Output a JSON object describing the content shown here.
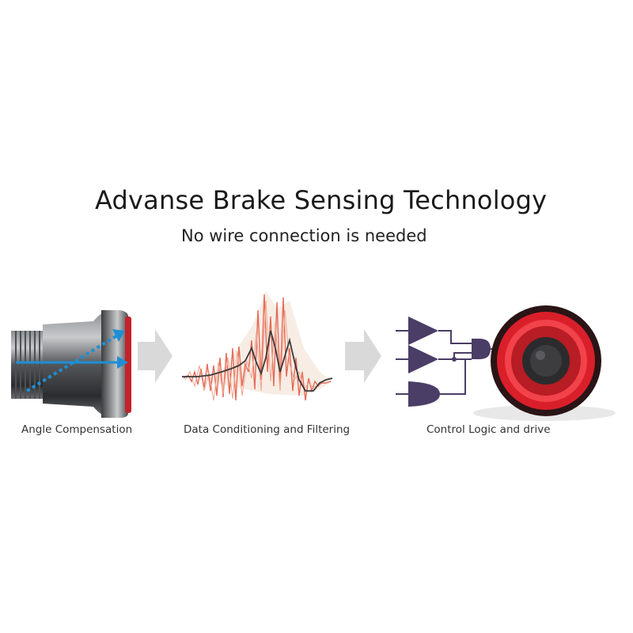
{
  "title": "Advanse Brake Sensing Technology",
  "subtitle": "No wire connection is needed",
  "stages": [
    {
      "caption": "Angle Compensation",
      "icon": "sensor-cylinder-icon"
    },
    {
      "caption": "Data Conditioning and Filtering",
      "icon": "signal-waveform-icon"
    },
    {
      "caption": "Control Logic and drive",
      "icon": "logic-gates-icon"
    }
  ],
  "colors": {
    "arrow": "#d9d9d9",
    "vector": "#1e8fd6",
    "gate": "#4a3d66",
    "lamp": "#e8242d",
    "signal_raw": "#e56b5a",
    "signal_filtered": "#3a3a3a"
  }
}
